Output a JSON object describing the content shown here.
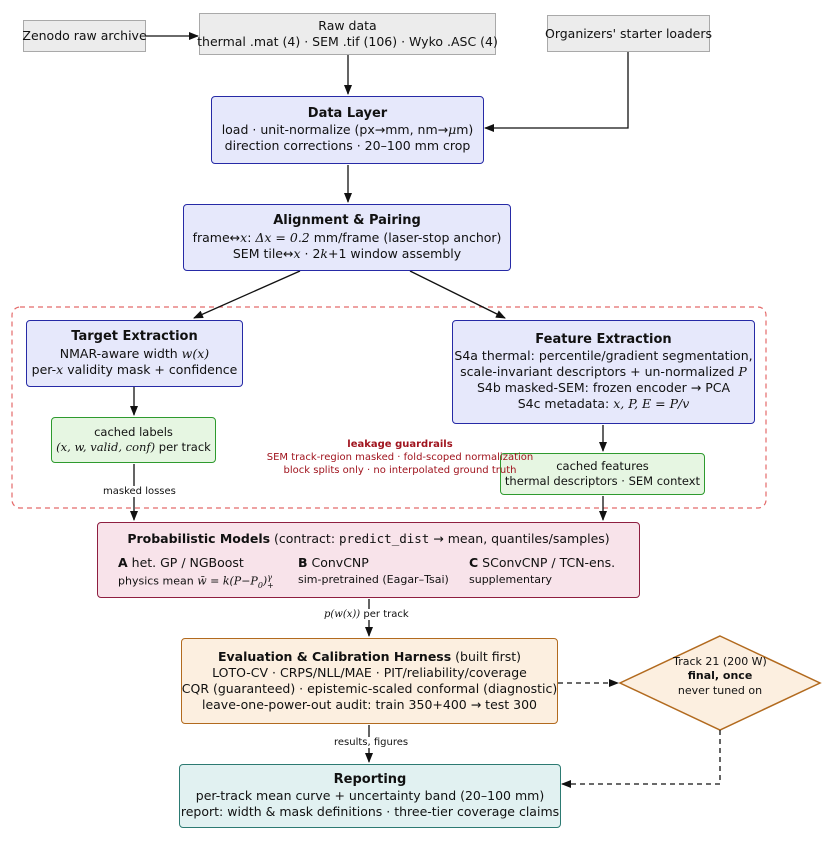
{
  "nodes": {
    "zenodo": {
      "label": "Zenodo raw archive"
    },
    "rawdata": {
      "title": "Raw data",
      "line1": "thermal .mat (4) · SEM .tif (106) · Wyko .ASC (4)"
    },
    "organizers": {
      "label": "Organizers' starter loaders"
    },
    "datalayer": {
      "title": "Data Layer",
      "line1_a": "load · unit-normalize (px→mm, nm→",
      "line1_mu": "μ",
      "line1_b": "m)",
      "line2": "direction corrections · 20–100 mm crop"
    },
    "alignment": {
      "title": "Alignment & Pairing",
      "line1_a": "frame↔",
      "line1_x": "x",
      "line1_b": ": ",
      "line1_dx": "Δx = 0.2",
      "line1_c": " mm/frame (laser-stop anchor)",
      "line2_a": "SEM tile↔",
      "line2_x": "x",
      "line2_b": " · 2",
      "line2_k": "k",
      "line2_c": "+1 window assembly"
    },
    "target": {
      "title": "Target Extraction",
      "line1_a": "NMAR-aware width ",
      "line1_w": "w(x)",
      "line2_a": "per-",
      "line2_x": "x",
      "line2_b": " validity mask + confidence"
    },
    "feature": {
      "title": "Feature Extraction",
      "line1": "S4a thermal: percentile/gradient segmentation,",
      "line2_a": "scale-invariant descriptors + un-normalized ",
      "line2_p": "P",
      "line3": "S4b masked-SEM: frozen encoder → PCA",
      "line4_a": "S4c metadata: ",
      "line4_b": "x, P, E = P/v"
    },
    "cached_labels": {
      "line1": "cached labels",
      "line2": "(x, w, valid, conf)",
      "line2_b": " per track"
    },
    "cached_features": {
      "line1": "cached features",
      "line2": "thermal descriptors · SEM context"
    },
    "models": {
      "title": "Probabilistic Models",
      "contract_a": " (contract: ",
      "contract_fn": "predict_dist",
      "contract_b": " → mean, quantiles/samples)",
      "a_letter": "A",
      "a_name": " het. GP / NGBoost",
      "a_sub_a": "physics mean ",
      "a_sub_b": "w̄ = k(P−P",
      "a_sub_c": "0",
      "a_sub_d": ")",
      "a_sub_e": "γ",
      "a_sub_f": "+",
      "b_letter": "B",
      "b_name": " ConvCNP",
      "b_sub": "sim-pretrained (Eagar–Tsai)",
      "c_letter": "C",
      "c_name": " SConvCNP / TCN-ens.",
      "c_sub": "supplementary"
    },
    "evaluation": {
      "title": "Evaluation & Calibration Harness",
      "title_b": " (built first)",
      "line1": "LOTO-CV · CRPS/NLL/MAE · PIT/reliability/coverage",
      "line2": "CQR (guaranteed) · epistemic-scaled conformal (diagnostic)",
      "line3": "leave-one-power-out audit: train 350+400 → test 300"
    },
    "track21": {
      "line1": "Track 21 (200 W)",
      "line2": "final, once",
      "line3": "never tuned on"
    },
    "reporting": {
      "title": "Reporting",
      "line1": "per-track mean curve + uncertainty band (20–100 mm)",
      "line2": "report: width & mask definitions · three-tier coverage claims"
    }
  },
  "guardrails": {
    "title": "leakage guardrails",
    "line1": "SEM track-region masked · fold-scoped normalization",
    "line2": "block splits only · no interpolated ground truth"
  },
  "edge_labels": {
    "masked_losses": "masked losses",
    "per_track_a": "p(w(x))",
    "per_track_b": " per track",
    "results": "results, figures"
  },
  "colors": {
    "blue_fill": "#e6e8fb",
    "blue_border": "#262aa6",
    "green_fill": "#e6f6e2",
    "green_border": "#2e9a2e",
    "pink_fill": "#f8e3ea",
    "pink_border": "#8e1e40",
    "orange_fill": "#fcefe0",
    "orange_border": "#b26a1e",
    "teal_fill": "#e1f1f1",
    "teal_border": "#2c7a72",
    "guardrail_red": "#e46a6a"
  }
}
